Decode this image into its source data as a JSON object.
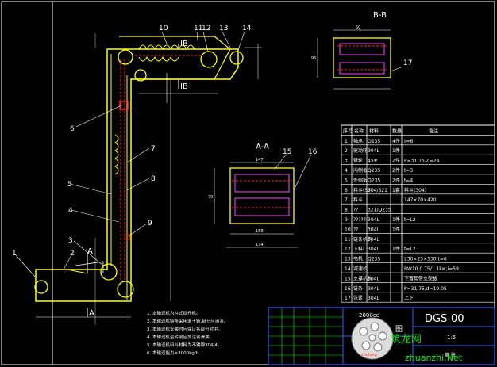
{
  "drawing": {
    "section_bb": "B-B",
    "section_aa": "A-A",
    "mark_a": "A",
    "mark_ib": "IB",
    "callouts": [
      "1",
      "2",
      "3",
      "4",
      "5",
      "6",
      "7",
      "8",
      "9",
      "10",
      "11",
      "12",
      "13",
      "14",
      "15",
      "16",
      "17"
    ],
    "dim_text": {
      "d1": "147",
      "d2": "168",
      "d3": "174",
      "d4": "70",
      "d5": "50",
      "d6": "95"
    }
  },
  "notes": [
    "1. 本输送机为斗式提升机。",
    "2. 本输送机链条采用滚子链,链节应清洁。",
    "3. 本输送机安装时应保证各部分对中。",
    "4. 本输送机运转前应加注润滑油。",
    "5. 本输送机料斗材料为不锈钢304/4。",
    "6. 本输送能力≤3000kg/h"
  ],
  "bom": {
    "headers": [
      "序号",
      "名称",
      "材料",
      "数量",
      "备注"
    ],
    "rows": [
      {
        "no": "1",
        "name": "轴承",
        "mat": "Q235",
        "qty": "4件",
        "note": "t=6"
      },
      {
        "no": "2",
        "name": "驱动轮",
        "mat": "304L",
        "qty": "1件",
        "note": ""
      },
      {
        "no": "3",
        "name": "链轮",
        "mat": "45#",
        "qty": "2件",
        "note": "P=31.75,Z=24"
      },
      {
        "no": "4",
        "name": "内侧板",
        "mat": "Q235",
        "qty": "2件",
        "note": "t=3"
      },
      {
        "no": "5",
        "name": "外侧板",
        "mat": "Q235",
        "qty": "2件",
        "note": "t=4"
      },
      {
        "no": "6",
        "name": "料斗(57)",
        "mat": "304/321",
        "qty": "1套",
        "note": "料斗(304)"
      },
      {
        "no": "7",
        "name": "料斗",
        "mat": "",
        "qty": "",
        "note": "147×70×420"
      },
      {
        "no": "8",
        "name": "??",
        "mat": "321/Q235",
        "qty": "",
        "note": ""
      },
      {
        "no": "9",
        "name": "?????",
        "mat": "304L",
        "qty": "1件",
        "note": "t=L2"
      },
      {
        "no": "10",
        "name": "??",
        "mat": "304L",
        "qty": "1件",
        "note": ""
      },
      {
        "no": "11",
        "name": "链条机构",
        "mat": "304L",
        "qty": "",
        "note": ""
      },
      {
        "no": "12",
        "name": "下料口",
        "mat": "304L",
        "qty": "1件",
        "note": "t=L2"
      },
      {
        "no": "13",
        "name": "电机",
        "mat": "Q235",
        "qty": "",
        "note": "230×25×530,t=6"
      },
      {
        "no": "14",
        "name": "减速机",
        "mat": "",
        "qty": "",
        "note": "BW10,0.75/1.1kw,i=59"
      },
      {
        "no": "15",
        "name": "支撑机构",
        "mat": "304L",
        "qty": "",
        "note": "下置帮带支架板"
      },
      {
        "no": "16",
        "name": "链条",
        "mat": "304L",
        "qty": "",
        "note": "P=31.75,d=19.05"
      },
      {
        "no": "17",
        "name": "张紧",
        "mat": "304L",
        "qty": "",
        "note": "上下"
      }
    ]
  },
  "title_block": {
    "drawing_no": "DGS-00",
    "product": "2000cc",
    "drawing_name": "图",
    "scale": "1:5",
    "sheet": "第 张",
    "watermark_left": "zhulong",
    "watermark_right": "zhuanzhi.Net",
    "logo_cn": "筑龙网"
  },
  "colors": {
    "line_white": "#ffffff",
    "line_yellow": "#ffff00",
    "line_cyan": "#00ffff",
    "line_red": "#ff2020",
    "line_green": "#00ff00",
    "line_magenta": "#ff40ff",
    "title_blue": "#3060ff"
  }
}
